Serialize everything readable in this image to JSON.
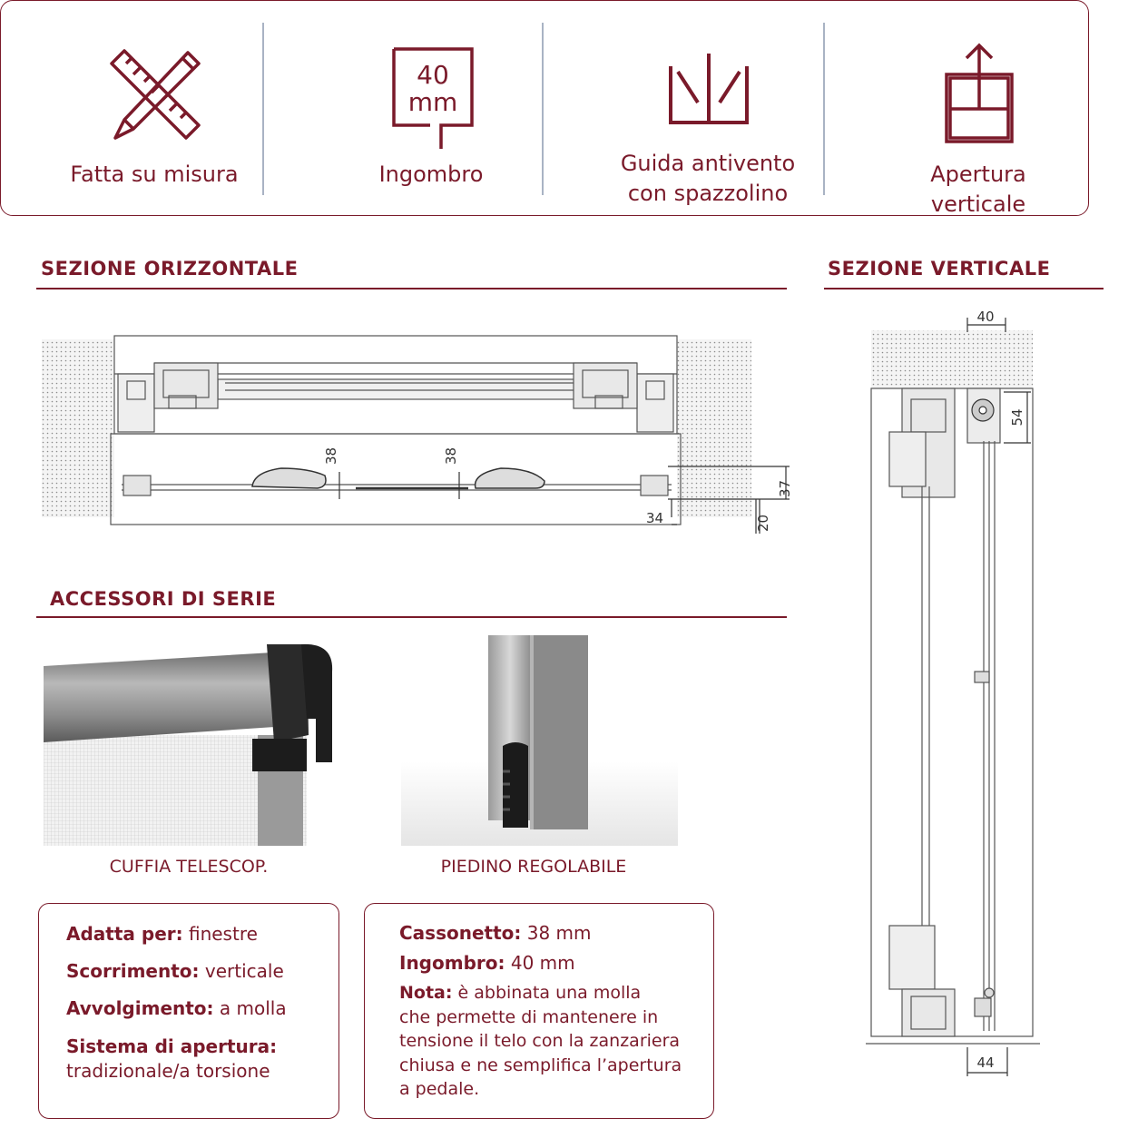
{
  "features": [
    {
      "label": "Fatta su misura",
      "icon": "ruler-pencil-icon"
    },
    {
      "label": "Ingombro",
      "icon": "dimension-box-icon",
      "icon_text_top": "40",
      "icon_text_bottom": "mm"
    },
    {
      "label": "Guida antivento\ncon spazzolino",
      "icon": "brush-guide-icon"
    },
    {
      "label": "Apertura\nverticale",
      "icon": "vertical-opening-icon"
    }
  ],
  "sections": {
    "horizontal_title": "SEZIONE ORIZZONTALE",
    "vertical_title": "SEZIONE VERTICALE",
    "accessories_title": "ACCESSORI DI SERIE"
  },
  "horizontal_dims": {
    "d1": "38",
    "d2": "38",
    "d3": "37",
    "d4": "34",
    "d5": "20"
  },
  "vertical_dims": {
    "top_width": "40",
    "box_height": "54",
    "bottom_width": "44"
  },
  "accessories": [
    {
      "caption": "CUFFIA TELESCOP.",
      "image": "cap-photo"
    },
    {
      "caption": "PIEDINO REGOLABILE",
      "image": "foot-photo"
    }
  ],
  "specs_left": [
    {
      "label": "Adatta per:",
      "value": " finestre"
    },
    {
      "label": "Scorrimento:",
      "value": " verticale"
    },
    {
      "label": "Avvolgimento:",
      "value": " a molla"
    },
    {
      "label": "Sistema di apertura:",
      "value": "tradizionale/a torsione"
    }
  ],
  "specs_right": [
    {
      "label": "Cassonetto:",
      "value": " 38 mm"
    },
    {
      "label": "Ingombro:",
      "value": " 40 mm"
    },
    {
      "label": "Nota:",
      "value": " è abbinata una molla"
    },
    {
      "value": "che permette di mantenere in"
    },
    {
      "value": "tensione il telo con la zanzariera"
    },
    {
      "value": "chiusa e ne semplifica l’apertura"
    },
    {
      "value": "a pedale."
    }
  ],
  "colors": {
    "accent": "#7a1a2a",
    "separator": "#a9b3c4",
    "line": "#555555"
  }
}
